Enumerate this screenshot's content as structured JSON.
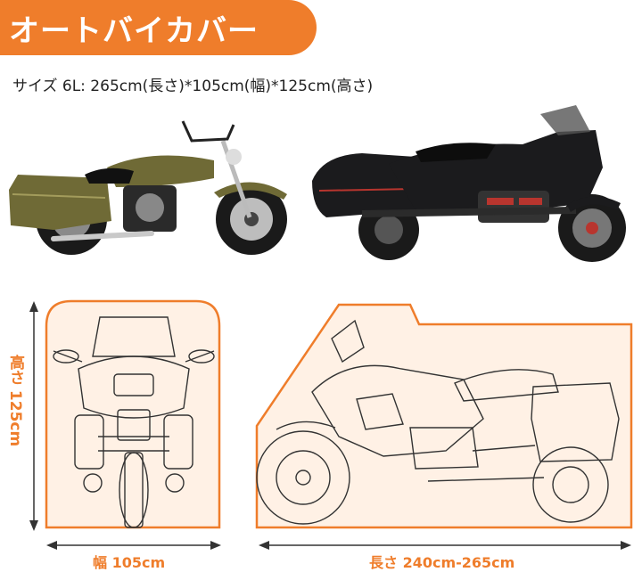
{
  "header": {
    "title": "オートバイカバー"
  },
  "size_info": {
    "text": "サイズ  6L: 265cm(長さ)*105cm(幅)*125cm(高さ)"
  },
  "dimensions": {
    "height_label": "高さ 125cm",
    "width_label": "幅 105cm",
    "length_label": "長さ 240cm-265cm"
  },
  "colors": {
    "accent": "#ef7d2b",
    "cruiser_body": "#6f6a36",
    "touring_body": "#1b1b1d",
    "touring_accent": "#b8352e"
  },
  "icons": [
    "cruiser-motorcycle-photo",
    "touring-motorcycle-photo",
    "front-view-outline",
    "side-view-outline"
  ]
}
